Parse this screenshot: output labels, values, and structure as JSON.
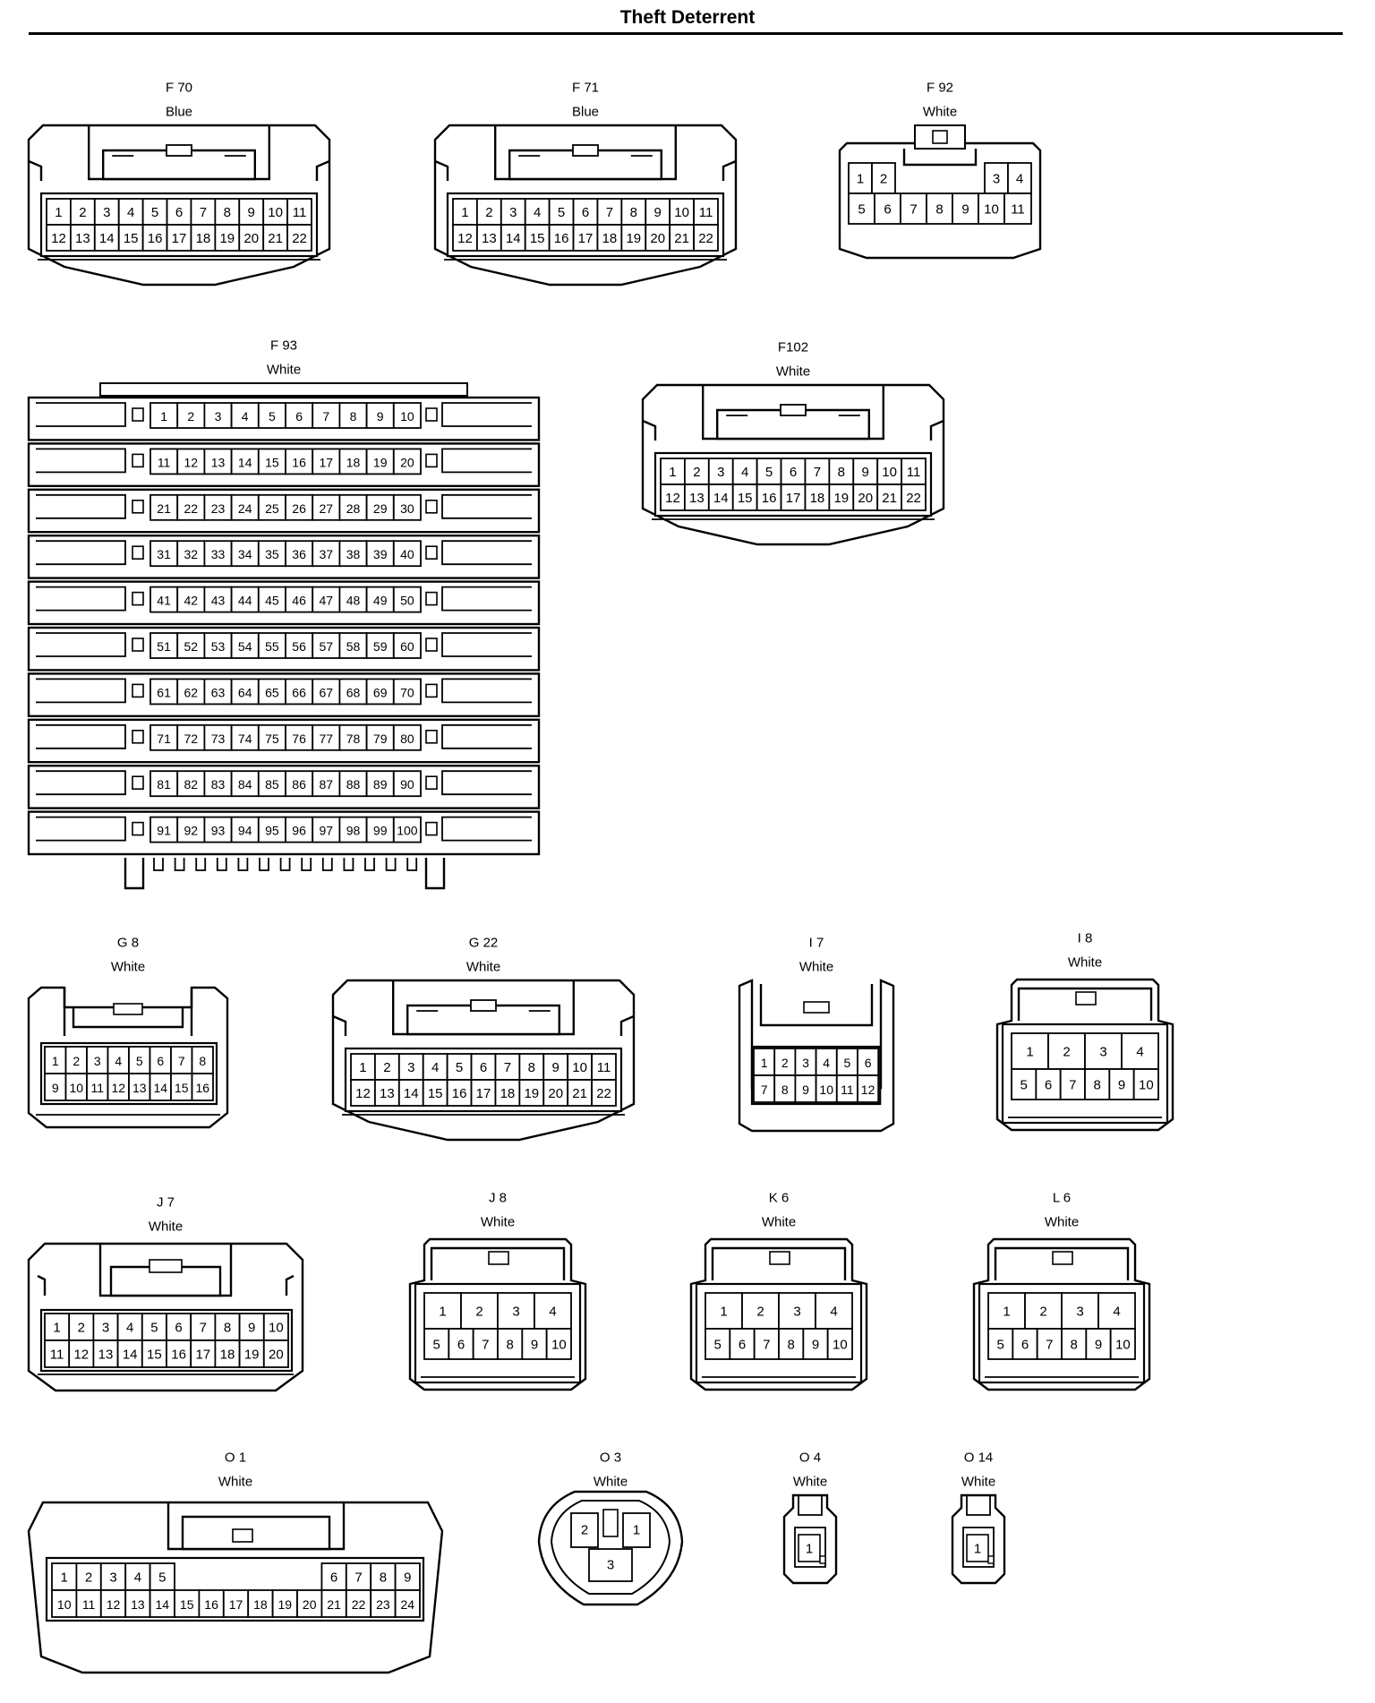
{
  "title": "Theft Deterrent",
  "connectors": [
    {
      "id": "F 70",
      "color": "Blue",
      "rows": [
        [
          "1",
          "2",
          "3",
          "4",
          "5",
          "6",
          "7",
          "8",
          "9",
          "10",
          "11"
        ],
        [
          "12",
          "13",
          "14",
          "15",
          "16",
          "17",
          "18",
          "19",
          "20",
          "21",
          "22"
        ]
      ]
    },
    {
      "id": "F 71",
      "color": "Blue",
      "rows": [
        [
          "1",
          "2",
          "3",
          "4",
          "5",
          "6",
          "7",
          "8",
          "9",
          "10",
          "11"
        ],
        [
          "12",
          "13",
          "14",
          "15",
          "16",
          "17",
          "18",
          "19",
          "20",
          "21",
          "22"
        ]
      ]
    },
    {
      "id": "F 92",
      "color": "White",
      "rows": [
        [
          "1",
          "2",
          "3",
          "4"
        ],
        [
          "5",
          "6",
          "7",
          "8",
          "9",
          "10",
          "11"
        ]
      ]
    },
    {
      "id": "F 93",
      "color": "White",
      "rows": [
        [
          "1",
          "2",
          "3",
          "4",
          "5",
          "6",
          "7",
          "8",
          "9",
          "10"
        ],
        [
          "11",
          "12",
          "13",
          "14",
          "15",
          "16",
          "17",
          "18",
          "19",
          "20"
        ],
        [
          "21",
          "22",
          "23",
          "24",
          "25",
          "26",
          "27",
          "28",
          "29",
          "30"
        ],
        [
          "31",
          "32",
          "33",
          "34",
          "35",
          "36",
          "37",
          "38",
          "39",
          "40"
        ],
        [
          "41",
          "42",
          "43",
          "44",
          "45",
          "46",
          "47",
          "48",
          "49",
          "50"
        ],
        [
          "51",
          "52",
          "53",
          "54",
          "55",
          "56",
          "57",
          "58",
          "59",
          "60"
        ],
        [
          "61",
          "62",
          "63",
          "64",
          "65",
          "66",
          "67",
          "68",
          "69",
          "70"
        ],
        [
          "71",
          "72",
          "73",
          "74",
          "75",
          "76",
          "77",
          "78",
          "79",
          "80"
        ],
        [
          "81",
          "82",
          "83",
          "84",
          "85",
          "86",
          "87",
          "88",
          "89",
          "90"
        ],
        [
          "91",
          "92",
          "93",
          "94",
          "95",
          "96",
          "97",
          "98",
          "99",
          "100"
        ]
      ]
    },
    {
      "id": "F102",
      "color": "White",
      "rows": [
        [
          "1",
          "2",
          "3",
          "4",
          "5",
          "6",
          "7",
          "8",
          "9",
          "10",
          "11"
        ],
        [
          "12",
          "13",
          "14",
          "15",
          "16",
          "17",
          "18",
          "19",
          "20",
          "21",
          "22"
        ]
      ]
    },
    {
      "id": "G 8",
      "color": "White",
      "rows": [
        [
          "1",
          "2",
          "3",
          "4",
          "5",
          "6",
          "7",
          "8"
        ],
        [
          "9",
          "10",
          "11",
          "12",
          "13",
          "14",
          "15",
          "16"
        ]
      ]
    },
    {
      "id": "G 22",
      "color": "White",
      "rows": [
        [
          "1",
          "2",
          "3",
          "4",
          "5",
          "6",
          "7",
          "8",
          "9",
          "10",
          "11"
        ],
        [
          "12",
          "13",
          "14",
          "15",
          "16",
          "17",
          "18",
          "19",
          "20",
          "21",
          "22"
        ]
      ]
    },
    {
      "id": "I 7",
      "color": "White",
      "rows": [
        [
          "1",
          "2",
          "3",
          "4",
          "5",
          "6"
        ],
        [
          "7",
          "8",
          "9",
          "10",
          "11",
          "12"
        ]
      ]
    },
    {
      "id": "I 8",
      "color": "White",
      "rows": [
        [
          "1",
          "2",
          "3",
          "4"
        ],
        [
          "5",
          "6",
          "7",
          "8",
          "9",
          "10"
        ]
      ]
    },
    {
      "id": "J 7",
      "color": "White",
      "rows": [
        [
          "1",
          "2",
          "3",
          "4",
          "5",
          "6",
          "7",
          "8",
          "9",
          "10"
        ],
        [
          "11",
          "12",
          "13",
          "14",
          "15",
          "16",
          "17",
          "18",
          "19",
          "20"
        ]
      ]
    },
    {
      "id": "J 8",
      "color": "White",
      "rows": [
        [
          "1",
          "2",
          "3",
          "4"
        ],
        [
          "5",
          "6",
          "7",
          "8",
          "9",
          "10"
        ]
      ]
    },
    {
      "id": "K 6",
      "color": "White",
      "rows": [
        [
          "1",
          "2",
          "3",
          "4"
        ],
        [
          "5",
          "6",
          "7",
          "8",
          "9",
          "10"
        ]
      ]
    },
    {
      "id": "L 6",
      "color": "White",
      "rows": [
        [
          "1",
          "2",
          "3",
          "4"
        ],
        [
          "5",
          "6",
          "7",
          "8",
          "9",
          "10"
        ]
      ]
    },
    {
      "id": "O 1",
      "color": "White",
      "rows": [
        [
          "1",
          "2",
          "3",
          "4",
          "5",
          "6",
          "7",
          "8",
          "9"
        ],
        [
          "10",
          "11",
          "12",
          "13",
          "14",
          "15",
          "16",
          "17",
          "18",
          "19",
          "20",
          "21",
          "22",
          "23",
          "24"
        ]
      ]
    },
    {
      "id": "O 3",
      "color": "White",
      "rows": [
        [
          "2",
          "1"
        ],
        [
          "3"
        ]
      ]
    },
    {
      "id": "O 4",
      "color": "White",
      "rows": [
        [
          "1"
        ]
      ]
    },
    {
      "id": "O 14",
      "color": "White",
      "rows": [
        [
          "1"
        ]
      ]
    }
  ]
}
